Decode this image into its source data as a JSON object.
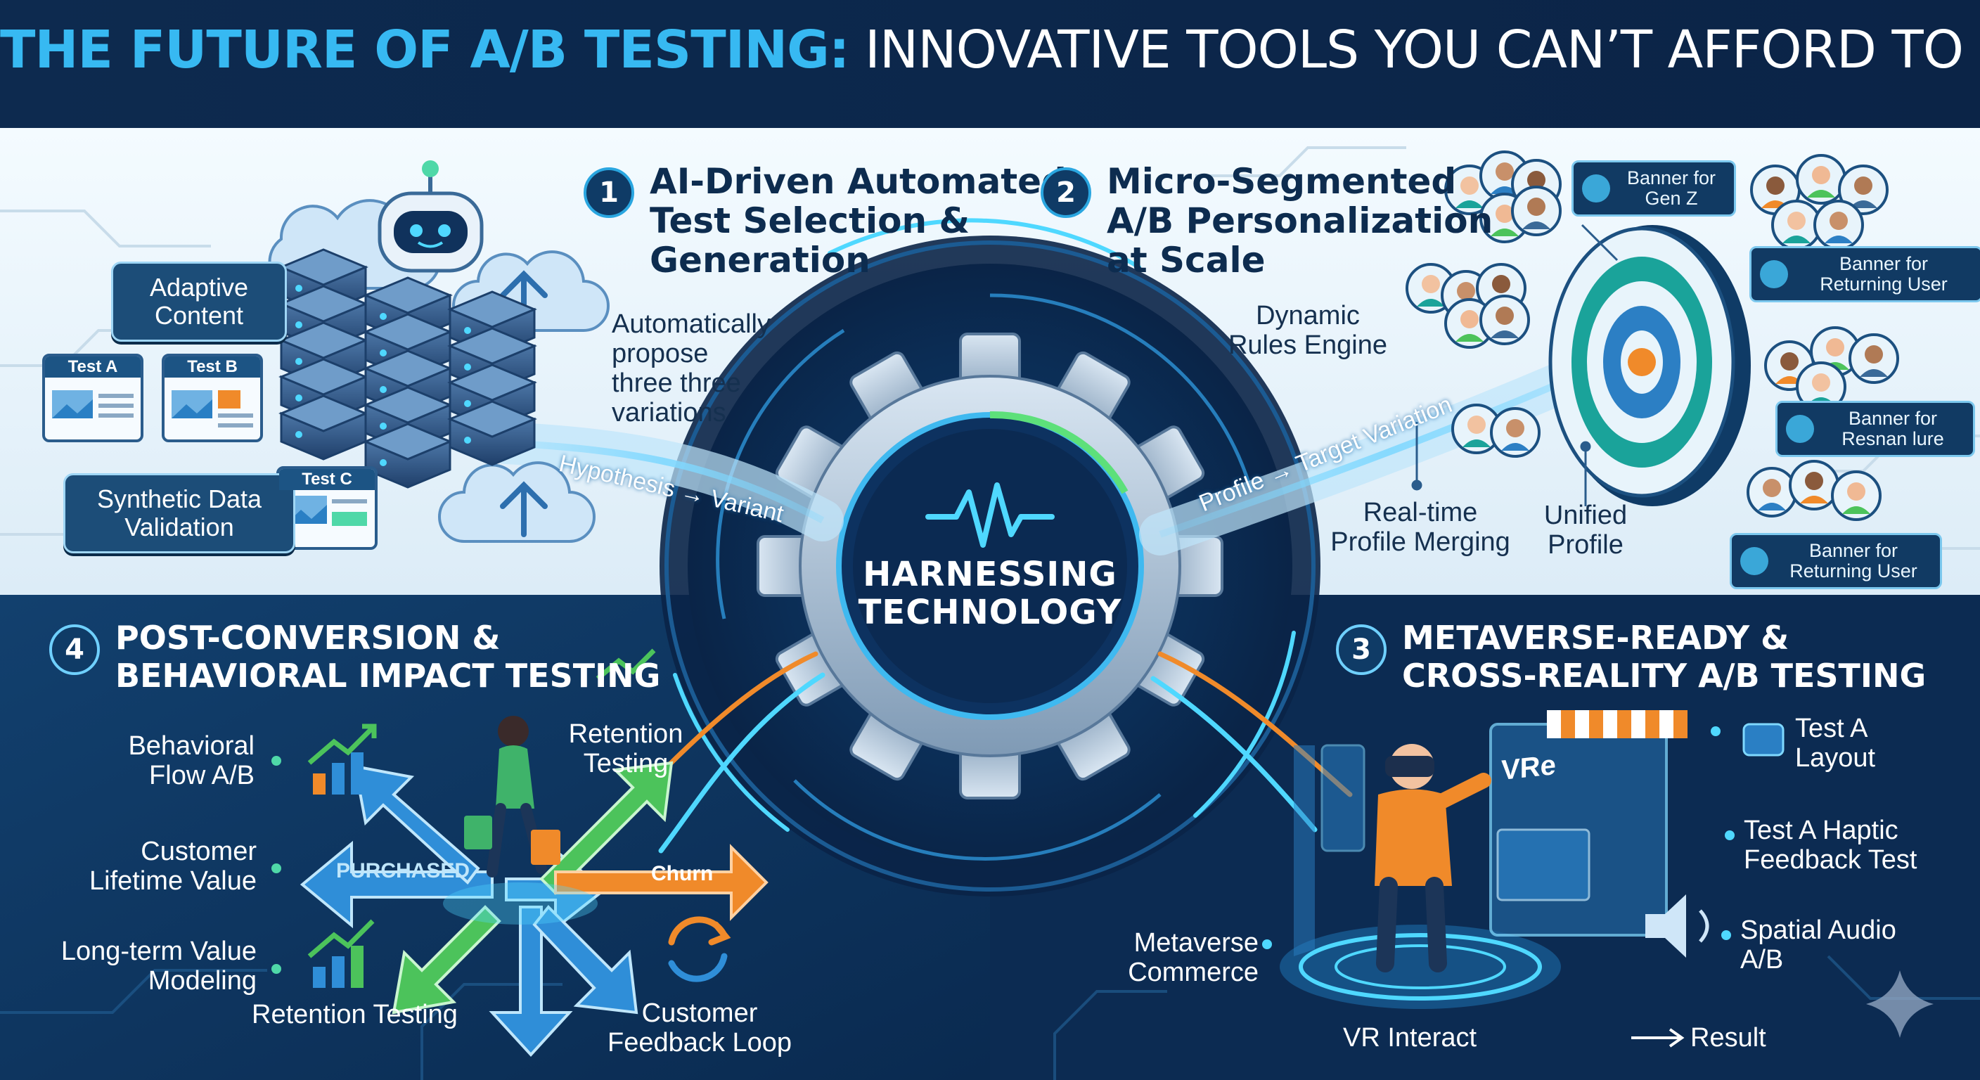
{
  "title": {
    "part1": "THE FUTURE OF A/B TESTING:",
    "part2": "INNOVATIVE TOOLS YOU CAN’T AFFORD TO IGNORE"
  },
  "hub": {
    "label": "HARNESSING\nTECHNOLOGY"
  },
  "section1": {
    "number": "1",
    "heading": "AI-Driven Automated\nTest Selection &\nGeneration",
    "description": "Automatically\npropose\nthree three\nvariations",
    "callout_adaptive": "Adaptive\nContent",
    "callout_synthetic": "Synthetic Data\nValidation",
    "card_a": "Test A",
    "card_b": "Test B",
    "card_c": "Test C",
    "flow": "Hypothesis → Variant"
  },
  "section2": {
    "number": "2",
    "heading": "Micro-Segmented\nA/B Personalization\nat Scale",
    "rules": "Dynamic\nRules Engine",
    "merging": "Real-time\nProfile Merging",
    "unified": "Unified\nProfile",
    "flow": "Profile → Target Variation",
    "banners": [
      "Banner for\nGen Z",
      "Banner for\nReturning User",
      "Banner for\nResnan lure",
      "Banner for\nReturning User"
    ]
  },
  "section3": {
    "number": "3",
    "heading": "METAVERSE-READY &\nCROSS-REALITY A/B TESTING",
    "layout": "Test A\nLayout",
    "haptic": "Test A Haptic\nFeedback Test",
    "audio": "Spatial Audio\nA/B",
    "commerce": "Metaverse\nCommerce",
    "interact": "VR Interact",
    "result": "Result",
    "screen_text": "VRe"
  },
  "section4": {
    "number": "4",
    "heading": "POST-CONVERSION &\nBEHAVIORAL IMPACT TESTING",
    "flow_ab": "Behavioral\nFlow A/B",
    "clv": "Customer\nLifetime Value",
    "ltv": "Long-term Value\nModeling",
    "retention_top": "Retention\nTesting",
    "retention_bottom": "Retention Testing",
    "feedback": "Customer\nFeedback Loop",
    "purchased": "PURCHASED",
    "churn": "Churn"
  },
  "colors": {
    "navy": "#0b2447",
    "title_accent": "#37b9f2",
    "light_panel": "#eaf5fc",
    "cyan_glow": "#4fd8ff",
    "orange": "#f08a2a",
    "green": "#4cc35b",
    "blue_arrow": "#2f8ed8"
  },
  "icons": [
    "robot-icon",
    "server-stack-icon",
    "cloud-upload-icon",
    "target-icon",
    "gear-icon",
    "heartbeat-icon",
    "vr-headset-icon",
    "storefront-icon",
    "shopper-icon",
    "growth-chart-icon",
    "refresh-icon",
    "speaker-icon",
    "sparkle-icon"
  ]
}
